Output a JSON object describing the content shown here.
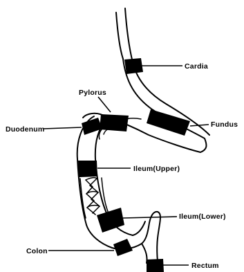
{
  "labels": {
    "cardia": "Cardia",
    "fundus": "Fundus",
    "pylorus": "Pylorus",
    "duodenum": "Duodenum",
    "ileum_upper": "Ileum(Upper)",
    "ileum_lower": "Ileum(Lower)",
    "colon": "Colon",
    "rectum": "Rectum"
  },
  "colors": {
    "ink": "#000000",
    "background": "#ffffff"
  }
}
